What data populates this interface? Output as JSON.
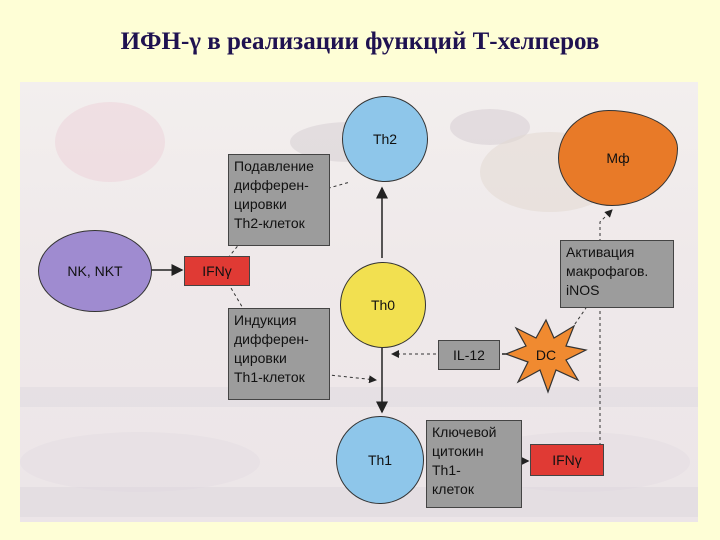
{
  "title": "ИФН-γ в реализации функций Т-хелперов",
  "colors": {
    "th_circles": "#8ec6ea",
    "th0": "#f2e050",
    "nk": "#9f8bd0",
    "macrophage": "#e87a28",
    "dc": "#f08a30",
    "ifn": "#e03a34",
    "box": "#9c9c9c"
  },
  "nodes": {
    "th2": "Th2",
    "th0": "Th0",
    "th1": "Th1",
    "nk": "NK, NKT",
    "mf": "Мф",
    "dc": "DC"
  },
  "labels": {
    "ifn_left": "IFNγ",
    "ifn_right": "IFNγ",
    "il12": "IL-12"
  },
  "boxes": {
    "suppression": [
      "Подавление",
      "дифферен-",
      "цировки",
      "Th2-клеток"
    ],
    "induction": [
      "Индукция",
      "дифферен-",
      "цировки",
      "Th1-клеток"
    ],
    "activation": [
      "Активация",
      "макрофагов.",
      "iNOS"
    ],
    "key_cytokine": [
      "Ключевой",
      "цитокин",
      "Th1-",
      "клеток"
    ]
  }
}
